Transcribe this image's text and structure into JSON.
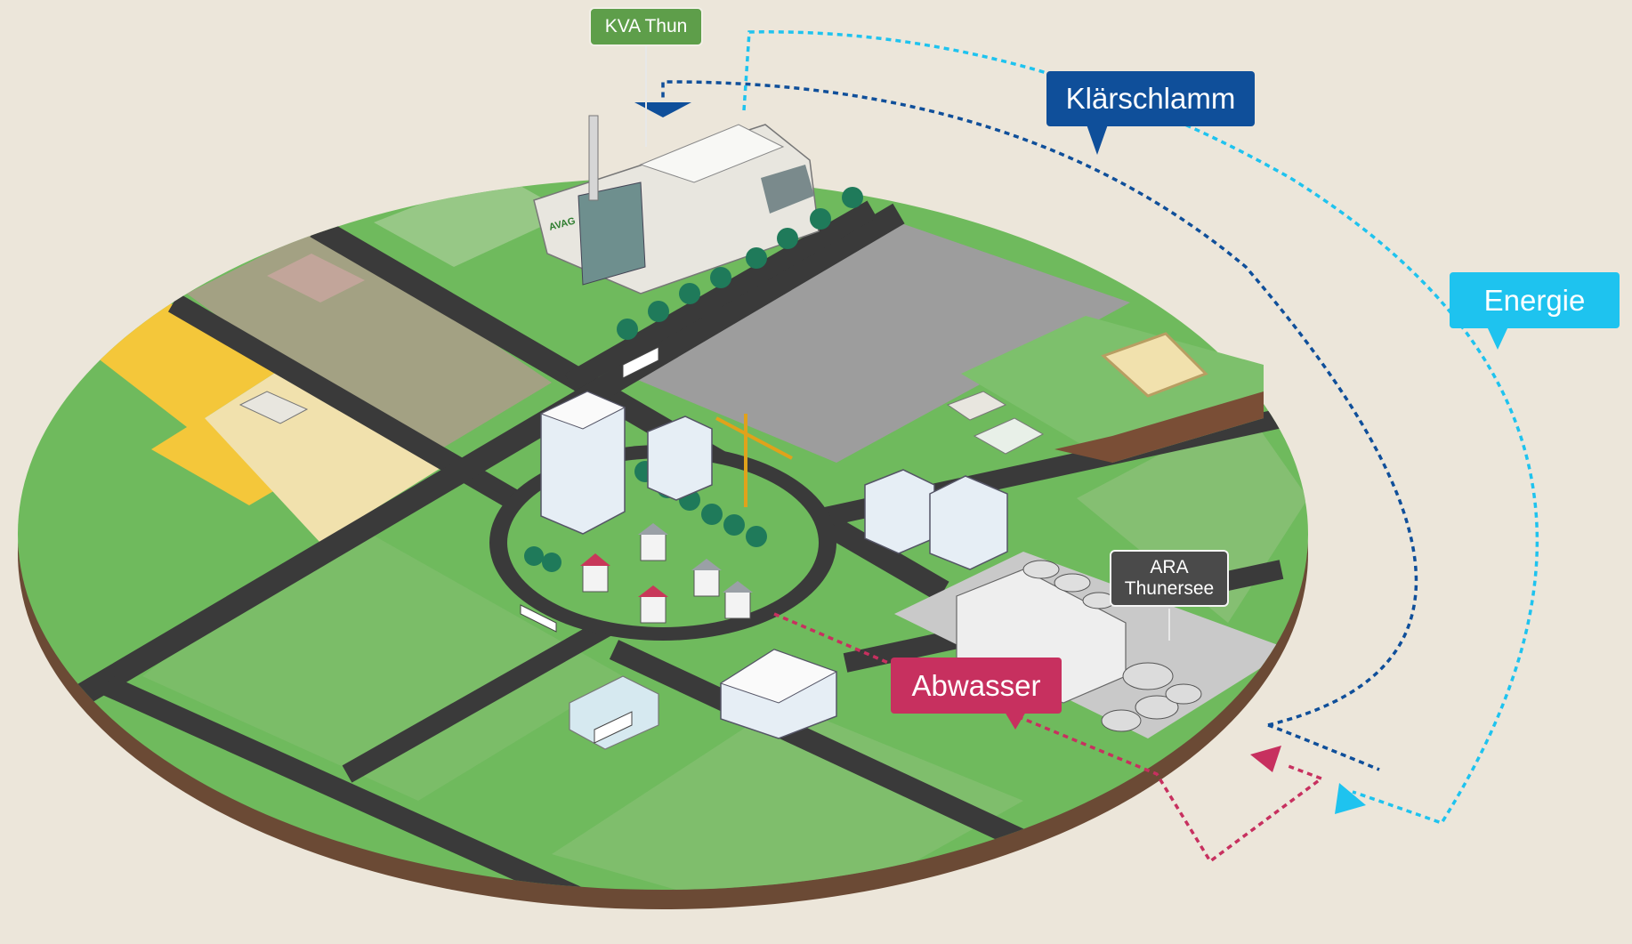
{
  "labels": {
    "kva": "KVA Thun",
    "klaerschlamm": "Klärschlamm",
    "energie": "Energie",
    "abwasser": "Abwasser",
    "ara_line1": "ARA",
    "ara_line2": "Thunersee"
  },
  "colors": {
    "background": "#ece6da",
    "grass": "#6fba5d",
    "road": "#3a3a3a",
    "klaerschlamm_flow": "#0f4f9a",
    "energie_flow": "#1ec3ef",
    "abwasser_flow": "#c7305f",
    "kva_tag": "#5e9e4a",
    "ara_tag": "#4a4a4a",
    "field": "#f4c73a"
  },
  "icons": [
    "factory-icon",
    "building-icon",
    "tree-icon",
    "truck-icon",
    "crane-icon",
    "treatment-basin-icon"
  ]
}
